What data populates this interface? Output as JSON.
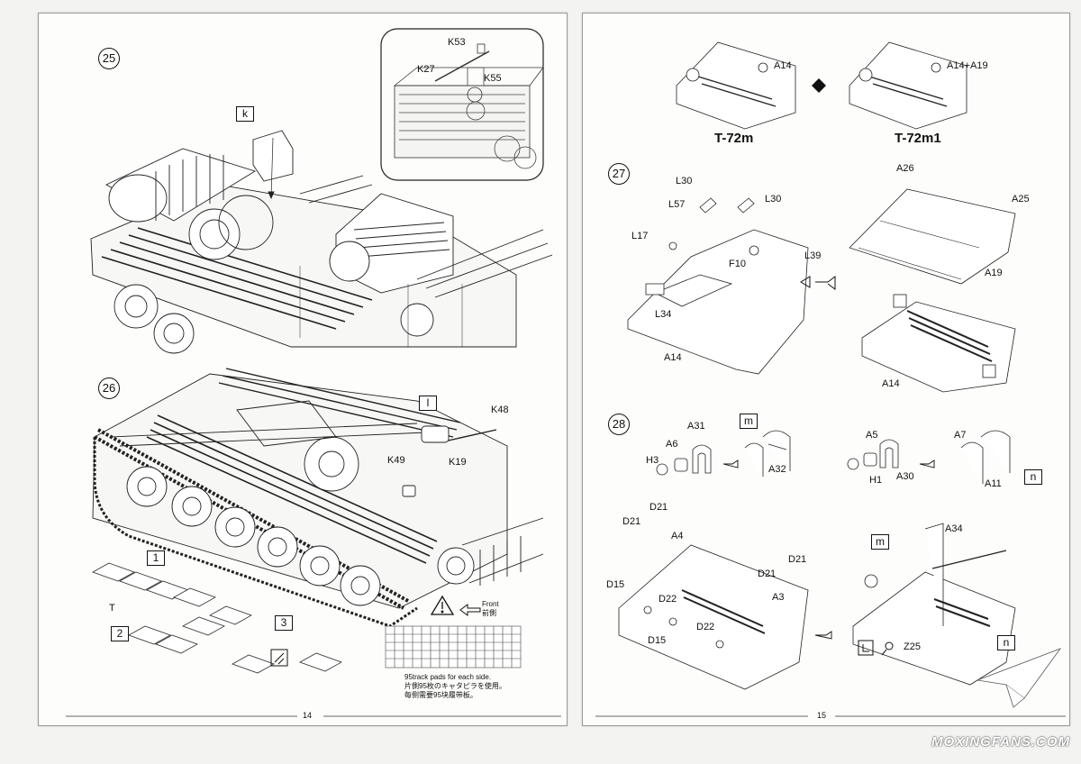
{
  "left_page": {
    "step25": {
      "number": "25",
      "tag": "k",
      "labels": [
        "K53",
        "K27",
        "K55"
      ]
    },
    "step26": {
      "number": "26",
      "tag": "l",
      "labels": [
        "K48",
        "K49",
        "K19"
      ],
      "track_parts": [
        "1",
        "2",
        "3"
      ],
      "track_label": "T",
      "front_label": "Front",
      "front_label_jp": "前側",
      "note_en": "95track pads for each side.",
      "note_jp": "片側95枚のキャタピラを使用。",
      "note_cn": "每侧需要95块履带板。"
    },
    "page_number": "14"
  },
  "right_page": {
    "variant_top": {
      "left_label": "A14",
      "right_label": "A14+A19",
      "left_name": "T-72m",
      "right_name": "T-72m1"
    },
    "step27": {
      "number": "27",
      "labels": [
        "L30",
        "L57",
        "L30",
        "L17",
        "F10",
        "L39",
        "L34",
        "A14",
        "A26",
        "A25",
        "A19",
        "A14"
      ]
    },
    "step28": {
      "number": "28",
      "sub_m": {
        "tag": "m",
        "labels": [
          "A31",
          "A6",
          "H3",
          "A32"
        ]
      },
      "sub_n": {
        "tag": "n",
        "labels": [
          "A5",
          "A7",
          "H1",
          "A30",
          "A11"
        ]
      },
      "lower_left_labels": [
        "D21",
        "D21",
        "A4",
        "D21",
        "D21",
        "D15",
        "D22",
        "A3",
        "D15",
        "D22"
      ],
      "lower_right": {
        "tag_m": "m",
        "tag_n": "n",
        "labels": [
          "A34",
          "Z25"
        ]
      }
    },
    "page_number": "15"
  },
  "watermark": "MOXINGFANS.COM",
  "colors": {
    "paper": "#fdfdfb",
    "ink": "#111111",
    "background": "#f3f3f1"
  },
  "icons": [
    "warning-icon",
    "glue-icon",
    "arrow-right-icon",
    "swap-arrow-icon",
    "paper-plane-logo-icon"
  ]
}
